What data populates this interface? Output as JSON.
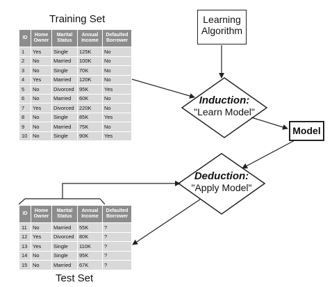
{
  "training": {
    "title": "Training Set",
    "columns": [
      "ID",
      "Home Owner",
      "Marital Status",
      "Annual Income",
      "Defaulted Borrower"
    ],
    "rows": [
      [
        "1",
        "Yes",
        "Single",
        "125K",
        "No"
      ],
      [
        "2",
        "No",
        "Married",
        "100K",
        "No"
      ],
      [
        "3",
        "No",
        "Single",
        "70K",
        "No"
      ],
      [
        "4",
        "Yes",
        "Married",
        "120K",
        "No"
      ],
      [
        "5",
        "No",
        "Divorced",
        "95K",
        "Yes"
      ],
      [
        "6",
        "No",
        "Married",
        "60K",
        "No"
      ],
      [
        "7",
        "Yes",
        "Divorced",
        "220K",
        "No"
      ],
      [
        "8",
        "No",
        "Single",
        "85K",
        "Yes"
      ],
      [
        "9",
        "No",
        "Married",
        "75K",
        "No"
      ],
      [
        "10",
        "No",
        "Single",
        "90K",
        "Yes"
      ]
    ]
  },
  "test": {
    "title": "Test Set",
    "columns": [
      "ID",
      "Home Owner",
      "Marital Status",
      "Annual Income",
      "Defaulted Borrower"
    ],
    "rows": [
      [
        "11",
        "No",
        "Married",
        "55K",
        "?"
      ],
      [
        "12",
        "Yes",
        "Divorced",
        "80K",
        "?"
      ],
      [
        "13",
        "Yes",
        "Single",
        "110K",
        "?"
      ],
      [
        "14",
        "No",
        "Single",
        "95K",
        "?"
      ],
      [
        "15",
        "No",
        "Married",
        "67K",
        "?"
      ]
    ]
  },
  "learning_algorithm": {
    "line1": "Learning",
    "line2": "Algorithm"
  },
  "induction": {
    "heading": "Induction:",
    "text": "\"Learn Model\""
  },
  "model": {
    "label": "Model"
  },
  "deduction": {
    "heading": "Deduction:",
    "text": "\"Apply Model\""
  }
}
